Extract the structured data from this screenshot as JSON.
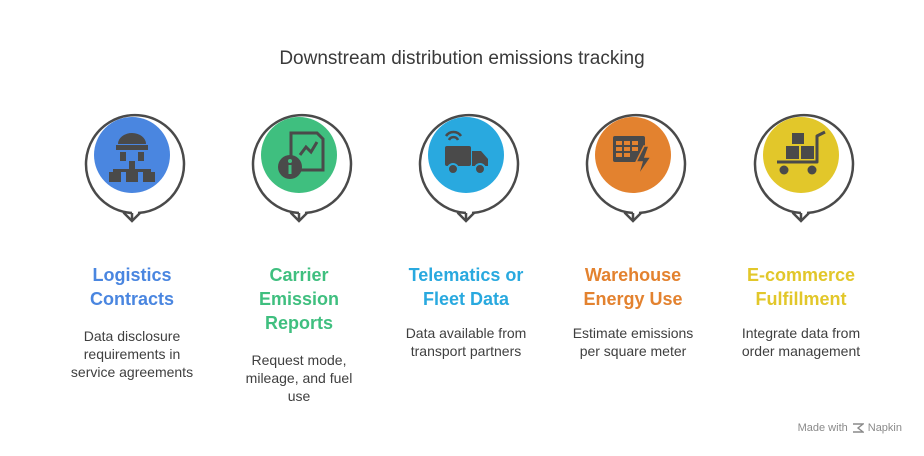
{
  "title": "Downstream distribution emissions tracking",
  "items": [
    {
      "heading": [
        "Logistics",
        "Contracts"
      ],
      "description": [
        "Data disclosure",
        "requirements in",
        "service agreements"
      ],
      "color": "#4a86e0",
      "icon": "org-hierarchy-icon"
    },
    {
      "heading": [
        "Carrier",
        "Emission",
        "Reports"
      ],
      "description": [
        "Request mode,",
        "mileage, and fuel",
        "use"
      ],
      "color": "#3fbf7f",
      "icon": "report-info-icon"
    },
    {
      "heading": [
        "Telematics or",
        "Fleet Data"
      ],
      "description": [
        "Data available from",
        "transport partners"
      ],
      "color": "#29a9df",
      "icon": "connected-truck-icon"
    },
    {
      "heading": [
        "Warehouse",
        "Energy Use"
      ],
      "description": [
        "Estimate emissions",
        "per square meter"
      ],
      "color": "#e3822f",
      "icon": "energy-grid-icon"
    },
    {
      "heading": [
        "E-commerce",
        "Fulfillment"
      ],
      "description": [
        "Integrate data from",
        "order management"
      ],
      "color": "#e2c72a",
      "icon": "shopping-cart-icon"
    }
  ],
  "brand": {
    "made_with": "Made with",
    "name": "Napkin"
  }
}
